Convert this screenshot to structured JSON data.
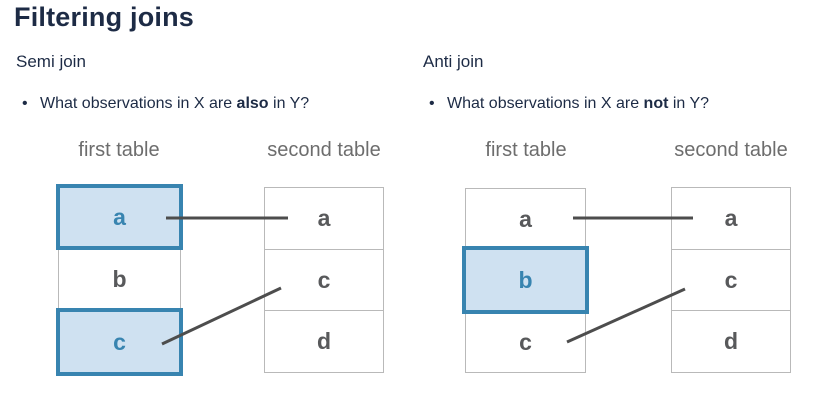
{
  "page": {
    "title": "Filtering joins",
    "background": "#ffffff"
  },
  "colors": {
    "heading_text": "#1d2b45",
    "body_text": "#1d2b45",
    "table_label_gray": "#6d6d6d",
    "cell_text_gray": "#58595b",
    "cell_border_gray": "#b9b9b9",
    "connector_gray": "#4d4d4d",
    "highlight_border_blue": "#3884b0",
    "highlight_fill_blue": "#cfe1f1",
    "highlight_text_blue": "#3884b0"
  },
  "ui": {
    "bullet_glyph": "•"
  },
  "sections": [
    {
      "id": "semi-join",
      "subtitle": "Semi join",
      "bullet": {
        "prefix": "What observations in X are ",
        "emphasis": "also",
        "suffix": " in Y?"
      },
      "first_table": {
        "label": "first table",
        "rows": [
          {
            "value": "a",
            "highlighted": true
          },
          {
            "value": "b",
            "highlighted": false
          },
          {
            "value": "c",
            "highlighted": true
          }
        ]
      },
      "second_table": {
        "label": "second table",
        "rows": [
          {
            "value": "a"
          },
          {
            "value": "c"
          },
          {
            "value": "d"
          }
        ]
      },
      "connections": [
        {
          "from_row": "a",
          "to_row": "a"
        },
        {
          "from_row": "c",
          "to_row": "c"
        }
      ]
    },
    {
      "id": "anti-join",
      "subtitle": "Anti join",
      "bullet": {
        "prefix": "What observations in X are ",
        "emphasis": "not",
        "suffix": " in Y?"
      },
      "first_table": {
        "label": "first table",
        "rows": [
          {
            "value": "a",
            "highlighted": false
          },
          {
            "value": "b",
            "highlighted": true
          },
          {
            "value": "c",
            "highlighted": false
          }
        ]
      },
      "second_table": {
        "label": "second table",
        "rows": [
          {
            "value": "a"
          },
          {
            "value": "c"
          },
          {
            "value": "d"
          }
        ]
      },
      "connections": [
        {
          "from_row": "a",
          "to_row": "a"
        },
        {
          "from_row": "c",
          "to_row": "c"
        }
      ]
    }
  ]
}
